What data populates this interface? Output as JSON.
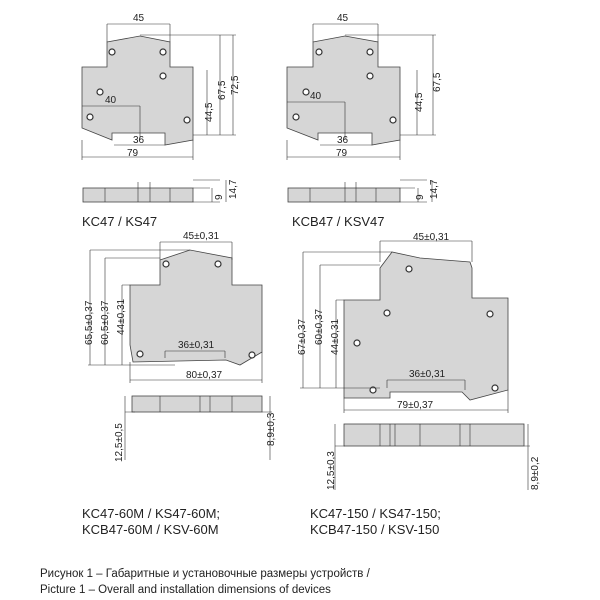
{
  "drawings": [
    {
      "title": "KC47 / KS47",
      "dims": {
        "width_top": "45",
        "left_offset": "40",
        "rail": "36",
        "width": "79",
        "h1": "44,5",
        "h2": "67,5",
        "h3": "72,5",
        "side1": "9",
        "side2": "14,7"
      }
    },
    {
      "title": "KCB47 / KSV47",
      "dims": {
        "width_top": "45",
        "left_offset": "40",
        "rail": "36",
        "width": "79",
        "h1": "44,5",
        "h2": "67,5",
        "side1": "9",
        "side2": "14,7"
      }
    },
    {
      "title_line1": "KC47-60M / KS47-60M;",
      "title_line2": "KCB47-60M / KSV-60M",
      "dims": {
        "width_top": "45±0,31",
        "h_total": "65,5±0,37",
        "h_mid": "60,5±0,37",
        "h_low": "44±0,31",
        "rail": "36±0,31",
        "width": "80±0,37",
        "side_left": "12,5±0,5",
        "side_right": "8,9±0,3"
      }
    },
    {
      "title_line1": "KC47-150 / KS47-150;",
      "title_line2": "KCB47-150 / KSV-150",
      "dims": {
        "width_top": "45±0,31",
        "h_total": "67±0,37",
        "h_mid": "60±0,37",
        "h_low": "44±0,31",
        "rail": "36±0,31",
        "width": "79±0,37",
        "side_left": "12,5±0,3",
        "side_right": "8,9±0,2"
      }
    }
  ],
  "caption": {
    "line1": "Рисунок 1 – Габаритные и установочные размеры устройств /",
    "line2": "Picture 1 – Overall and installation dimensions of devices"
  }
}
